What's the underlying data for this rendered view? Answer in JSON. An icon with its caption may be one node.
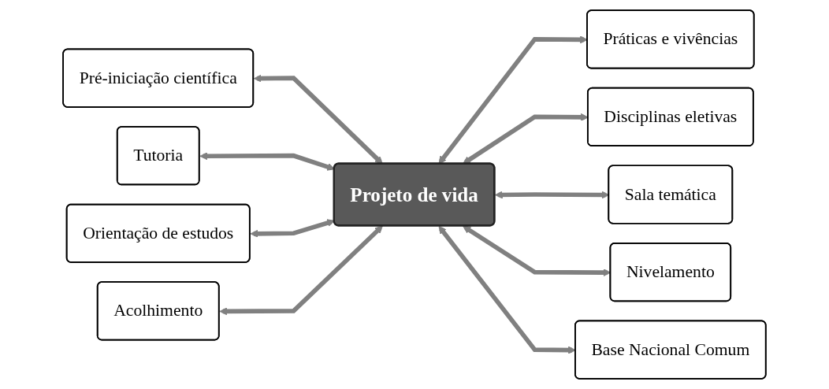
{
  "diagram": {
    "nodes": [
      {
        "text": [
          "Pré-iniciação científica"
        ]
      },
      {
        "text": [
          "Práticas e vivências"
        ]
      },
      {
        "text": [
          "Disciplinas eletivas"
        ]
      },
      {
        "text": [
          "Tutoria"
        ]
      },
      {
        "text": [
          "Sala temática"
        ]
      },
      {
        "text": [
          "Orientação de estudos"
        ]
      },
      {
        "text": [
          "Projeto de vida"
        ]
      },
      {
        "text": [
          "Nivelamento"
        ]
      },
      {
        "text": [
          "Acolhimento"
        ]
      },
      {
        "text": [
          "Base Nacional Comum"
        ]
      }
    ],
    "edges": [
      {
        "from": 0,
        "to": 6,
        "arrow": "both"
      },
      {
        "from": 6,
        "to": 1,
        "arrow": "both"
      },
      {
        "from": 6,
        "to": 2,
        "arrow": "both"
      },
      {
        "from": 3,
        "to": 6,
        "arrow": "both"
      },
      {
        "from": 6,
        "to": 4,
        "arrow": "both"
      },
      {
        "from": 5,
        "to": 6,
        "arrow": "both"
      },
      {
        "from": 6,
        "to": 7,
        "arrow": "both"
      },
      {
        "from": 8,
        "to": 6,
        "arrow": "both"
      },
      {
        "from": 6,
        "to": 9,
        "arrow": "both"
      }
    ]
  }
}
